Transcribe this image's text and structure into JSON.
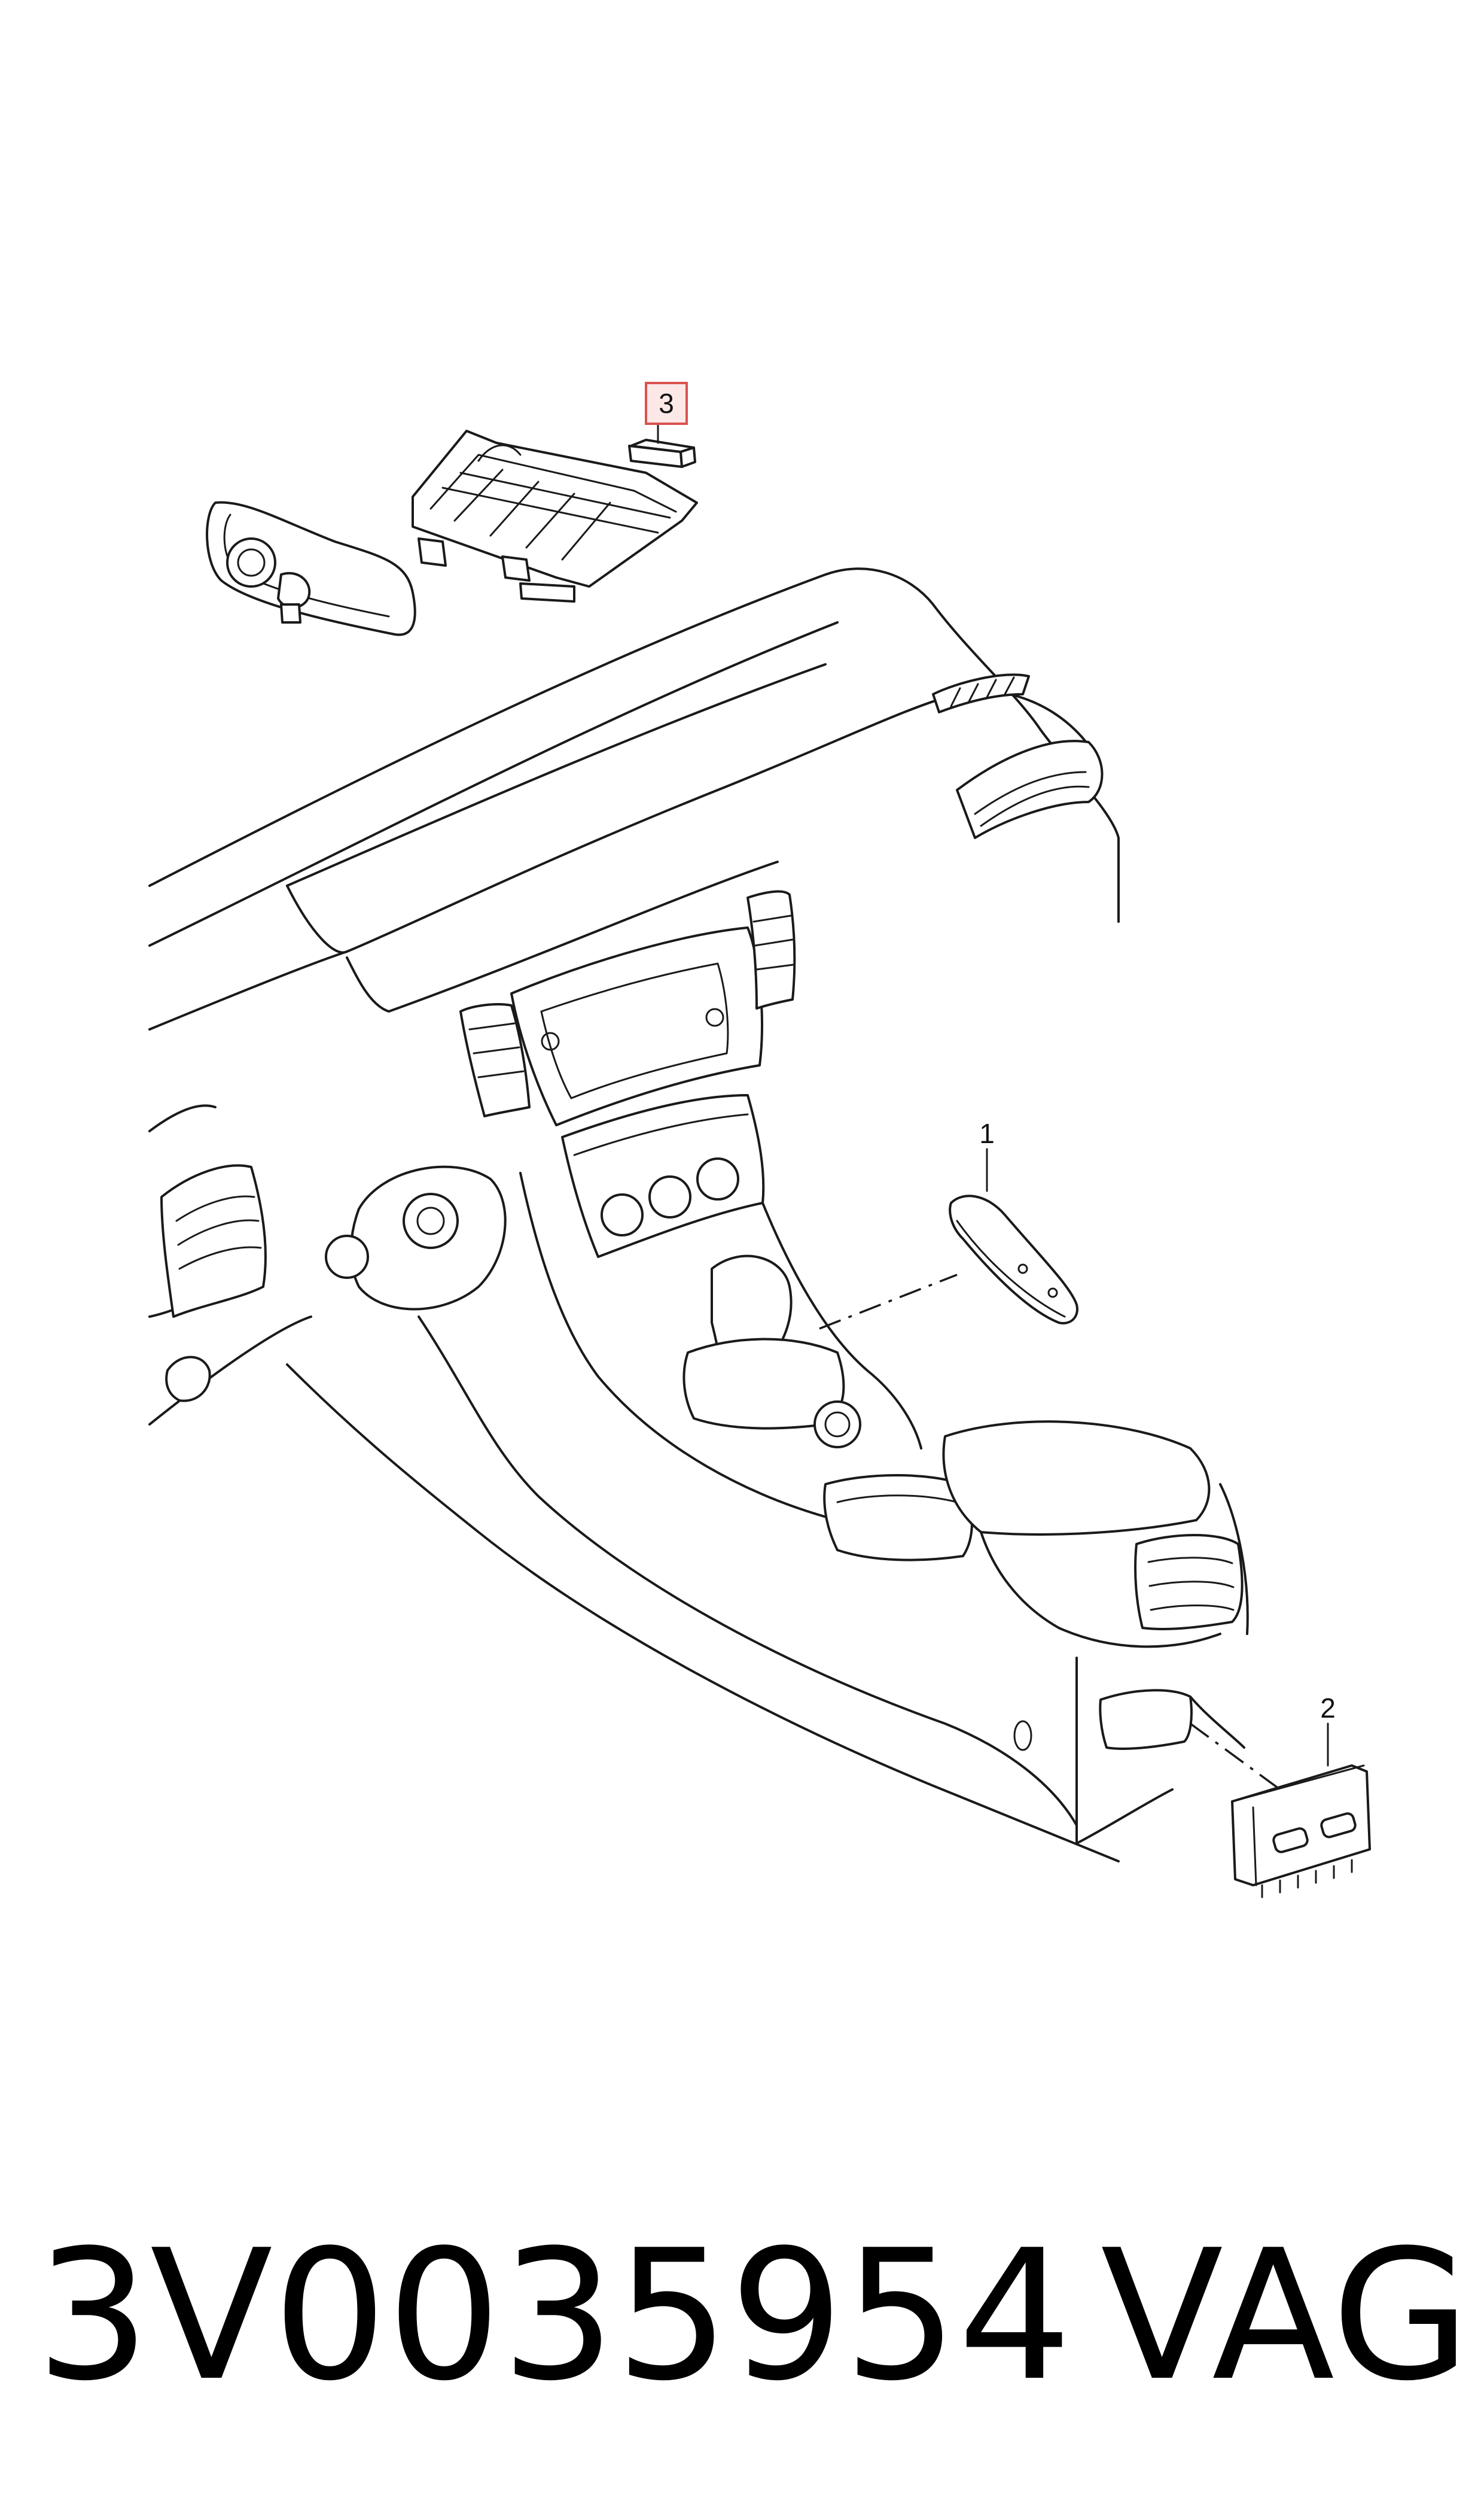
{
  "diagram": {
    "callouts": [
      {
        "id": "1",
        "label": "1",
        "highlighted": false
      },
      {
        "id": "2",
        "label": "2",
        "highlighted": false
      },
      {
        "id": "3",
        "label": "3",
        "highlighted": true
      }
    ],
    "highlight_color": "#d9534f"
  },
  "footer": {
    "part_number": "3V0035954",
    "brand": "VAG"
  }
}
